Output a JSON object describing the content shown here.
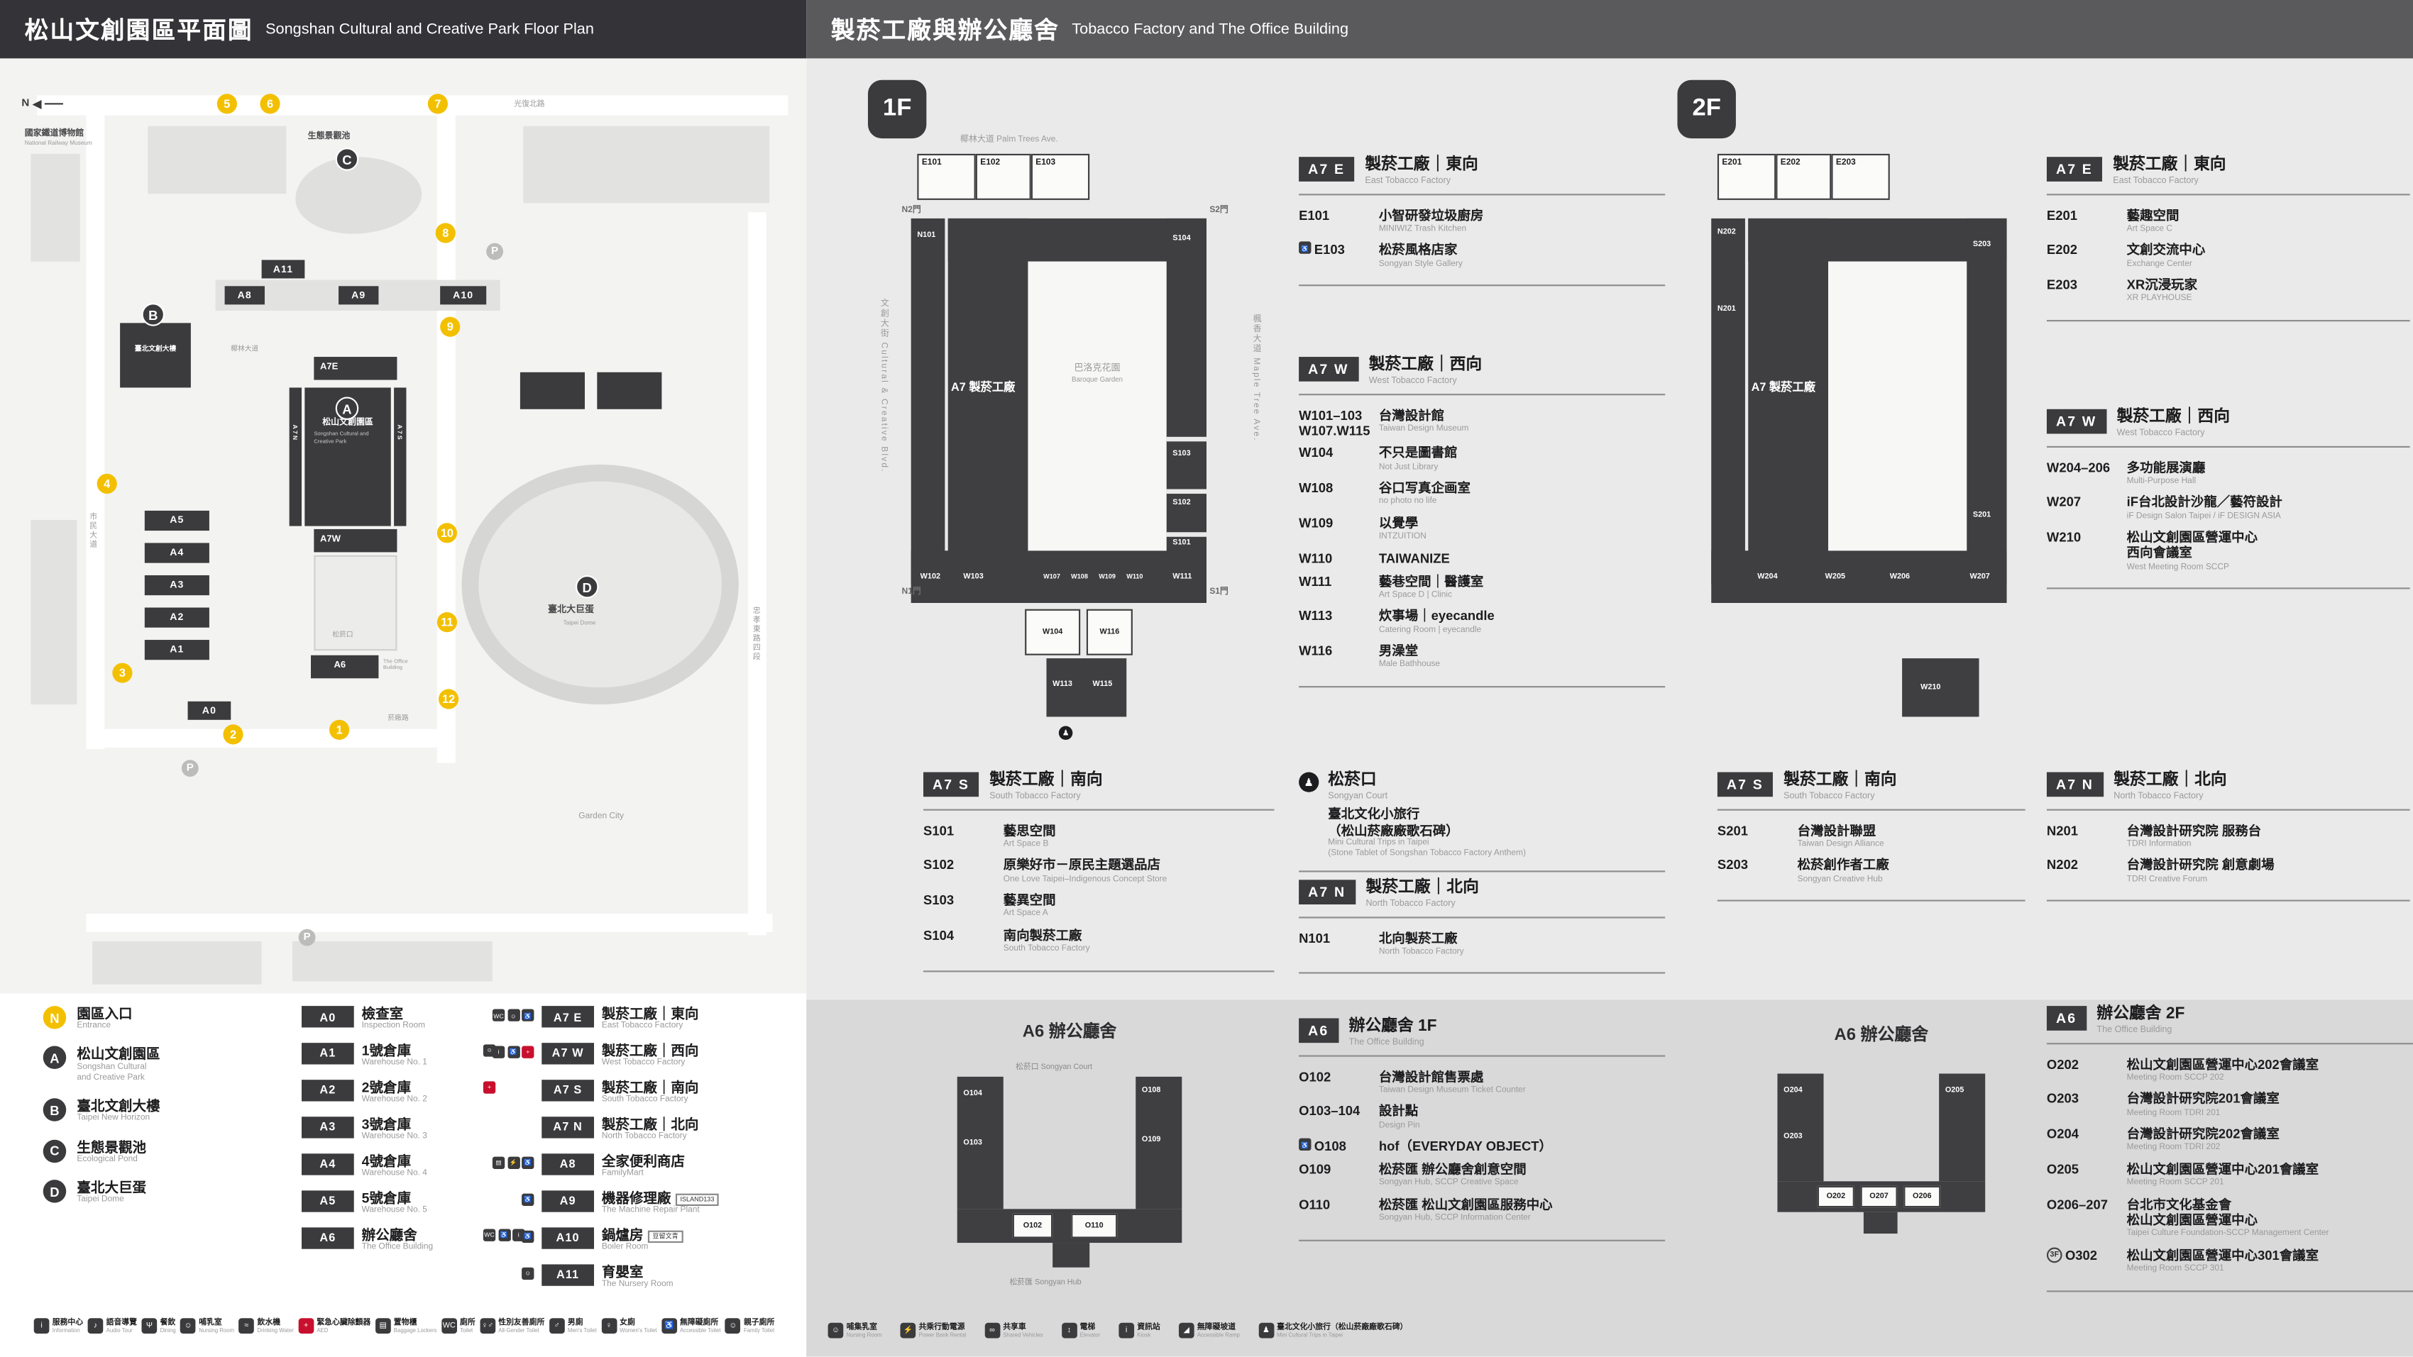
{
  "colors": {
    "header_left_bg": "#343438",
    "header_right_bg": "#5a5a5d",
    "dark": "#3b3b3d",
    "entrance_yellow": "#f3c000",
    "aed_red": "#c8102e",
    "panel_bg": "#eaeaea",
    "band_bg": "#d9d9da"
  },
  "left": {
    "header": {
      "zh": "松山文創園區平面圖",
      "en": "Songshan Cultural and Creative Park Floor Plan"
    },
    "map": {
      "compass": "N",
      "entrances": [
        "1",
        "2",
        "3",
        "4",
        "5",
        "6",
        "7",
        "8",
        "9",
        "10",
        "11",
        "12"
      ],
      "markers": {
        "a": "A",
        "b": "B",
        "c": "C",
        "d": "D"
      },
      "badges": {
        "a0": "A0",
        "a1": "A1",
        "a2": "A2",
        "a3": "A3",
        "a4": "A4",
        "a5": "A5",
        "a6": "A6",
        "a8": "A8",
        "a9": "A9",
        "a10": "A10",
        "a11": "A11",
        "a7e": "A7E",
        "a7w": "A7W",
        "a7n": "A7N",
        "a7s": "A7S"
      },
      "labels": {
        "railway_museum_zh": "國家鐵道博物館",
        "railway_museum_en": "National Railway Museum",
        "pond": "生態景觀池",
        "dome_zh": "臺北大巨蛋",
        "dome_en": "Taipei Dome",
        "new_horizon": "臺北文創大樓",
        "sccp_zh": "松山文創園區",
        "sccp_en": "Songshan Cultural and Creative Park",
        "palm_ave": "椰林大道",
        "songyan_court": "松菸口",
        "office_en": "The Office Building",
        "parking": "P",
        "road_top": "光復北路",
        "road_left": "市民大道",
        "road_right": "忠孝東路四段",
        "road_bottom": "菸廠路",
        "garden_city": "Garden City"
      }
    },
    "legend": {
      "markers": [
        {
          "key": "N",
          "cls": "yellow",
          "zh": "園區入口",
          "en": "Entrance"
        },
        {
          "key": "A",
          "zh": "松山文創園區",
          "en": "Songshan Cultural",
          "en2": "and Creative Park"
        },
        {
          "key": "B",
          "zh": "臺北文創大樓",
          "en": "Taipei New Horizon"
        },
        {
          "key": "C",
          "zh": "生態景觀池",
          "en": "Ecological Pond"
        },
        {
          "key": "D",
          "zh": "臺北大巨蛋",
          "en": "Taipei Dome"
        }
      ],
      "buildings_a": [
        {
          "code": "A0",
          "zh": "檢查室",
          "en": "Inspection Room"
        },
        {
          "code": "A1",
          "zh": "1號倉庫",
          "en": "Warehouse No. 1",
          "i1": "☺"
        },
        {
          "code": "A2",
          "zh": "2號倉庫",
          "en": "Warehouse No. 2",
          "i1": "+",
          "c1": "red"
        },
        {
          "code": "A3",
          "zh": "3號倉庫",
          "en": "Warehouse No. 3"
        },
        {
          "code": "A4",
          "zh": "4號倉庫",
          "en": "Warehouse No. 4"
        },
        {
          "code": "A5",
          "zh": "5號倉庫",
          "en": "Warehouse No. 5"
        },
        {
          "code": "A6",
          "zh": "辦公廳舍",
          "en": "The Office Building",
          "i1": "WC",
          "i2": "♿",
          "i3": "i"
        }
      ],
      "buildings_b": [
        {
          "code": "A7 E",
          "zh": "製菸工廠｜東向",
          "en": "East Tobacco Factory",
          "i1": "WC",
          "i2": "☺",
          "i3": "♿"
        },
        {
          "code": "A7 W",
          "zh": "製菸工廠｜西向",
          "en": "West Tobacco Factory",
          "i1": "i",
          "i2": "♿",
          "i3": "+",
          "c3": "red"
        },
        {
          "code": "A7 S",
          "zh": "製菸工廠｜南向",
          "en": "South Tobacco Factory"
        },
        {
          "code": "A7 N",
          "zh": "製菸工廠｜北向",
          "en": "North Tobacco Factory"
        },
        {
          "code": "A8",
          "zh": "全家便利商店",
          "en": "FamilyMart",
          "i1": "▤",
          "i2": "⚡",
          "i3": "♿"
        },
        {
          "code": "A9",
          "zh": "機器修理廠",
          "en": "The Machine Repair Plant",
          "tag": "ISLAND133",
          "i1": "♿"
        },
        {
          "code": "A10",
          "zh": "鍋爐房",
          "en": "Boiler Room",
          "tag": "豆留文青",
          "i1": "♿"
        },
        {
          "code": "A11",
          "zh": "育嬰室",
          "en": "The Nursery Room",
          "i1": "☺"
        }
      ]
    },
    "facilities": [
      {
        "g": "i",
        "zh": "服務中心",
        "en": "Information"
      },
      {
        "g": "♪",
        "zh": "語音導覽",
        "en": "Audio Tour"
      },
      {
        "g": "Ψ",
        "zh": "餐飲",
        "en": "Dining"
      },
      {
        "g": "☺",
        "zh": "哺乳室",
        "en": "Nursing Room"
      },
      {
        "g": "≈",
        "zh": "飲水機",
        "en": "Drinking Water"
      },
      {
        "g": "+",
        "cls": "red",
        "zh": "緊急心臟除顫器",
        "en": "AED"
      },
      {
        "g": "▤",
        "zh": "置物櫃",
        "en": "Baggage Lockers"
      },
      {
        "g": "WC",
        "zh": "廁所",
        "en": "Toilet"
      },
      {
        "g": "♀♂",
        "zh": "性別友善廁所",
        "en": "All-Gender Toilet"
      },
      {
        "g": "♂",
        "zh": "男廁",
        "en": "Men's Toilet"
      },
      {
        "g": "♀",
        "zh": "女廁",
        "en": "Women's Toilet"
      },
      {
        "g": "♿",
        "zh": "無障礙廁所",
        "en": "Accessible Toilet"
      },
      {
        "g": "☺",
        "zh": "親子廁所",
        "en": "Family Toilet"
      }
    ]
  },
  "right": {
    "header": {
      "zh": "製菸工廠與辦公廳舍",
      "en": "Tobacco Factory and The Office Building"
    },
    "f1": {
      "badge": "1F",
      "a7e": {
        "badge": "A7 E",
        "zh": "製菸工廠｜東向",
        "en": "East Tobacco Factory",
        "rows": [
          {
            "code": "E101",
            "zh": "小智研發垃圾廚房",
            "en": "MINIWIZ Trash Kitchen"
          },
          {
            "icon": "♿",
            "code": "E103",
            "zh": "松菸風格店家",
            "en": "Songyan Style Gallery"
          }
        ]
      },
      "a7w": {
        "badge": "A7 W",
        "zh": "製菸工廠｜西向",
        "en": "West Tobacco Factory",
        "rows": [
          {
            "code": "W101–103",
            "code2": "W107.W115",
            "zh": "台灣設計館",
            "en": "Taiwan Design Museum"
          },
          {
            "code": "W104",
            "zh": "不只是圖書館",
            "en": "Not Just Library"
          },
          {
            "code": "W108",
            "zh": "谷口写真企画室",
            "en": "no photo no life"
          },
          {
            "code": "W109",
            "zh": "以覺學",
            "en": "INTZUITION"
          },
          {
            "code": "W110",
            "zh": "TAIWANIZE",
            "en": ""
          },
          {
            "code": "W111",
            "zh": "藝巷空間｜醫護室",
            "en": "Art Space D | Clinic"
          },
          {
            "code": "W113",
            "zh": "炊事場｜eyecandle",
            "en": "Catering Room | eyecandle"
          },
          {
            "code": "W116",
            "zh": "男澡堂",
            "en": "Male Bathhouse"
          }
        ]
      },
      "a7s": {
        "badge": "A7 S",
        "zh": "製菸工廠｜南向",
        "en": "South Tobacco Factory",
        "rows": [
          {
            "code": "S101",
            "zh": "藝思空間",
            "en": "Art Space B"
          },
          {
            "code": "S102",
            "zh": "原樂好市－原民主題選品店",
            "en": "One Love Taipei–Indigenous Concept Store"
          },
          {
            "code": "S103",
            "zh": "藝異空間",
            "en": "Art Space A"
          },
          {
            "code": "S104",
            "zh": "南向製菸工廠",
            "en": "South Tobacco Factory"
          }
        ]
      },
      "court": {
        "icon": "♟",
        "zh": "松菸口",
        "en": "Songyan Court",
        "l1": "臺北文化小旅行",
        "l2": "（松山菸廠廠歌石碑）",
        "e1": "Mini Cultural Trips in Taipei",
        "e2": "(Stone Tablet of Songshan Tobacco Factory Anthem)"
      },
      "a7n": {
        "badge": "A7 N",
        "zh": "製菸工廠｜北向",
        "en": "North Tobacco Factory",
        "rows": [
          {
            "code": "N101",
            "zh": "北向製菸工廠",
            "en": "North Tobacco Factory"
          }
        ]
      }
    },
    "f2": {
      "badge": "2F",
      "a7e": {
        "badge": "A7 E",
        "zh": "製菸工廠｜東向",
        "en": "East Tobacco Factory",
        "rows": [
          {
            "code": "E201",
            "zh": "藝趣空間",
            "en": "Art Space C"
          },
          {
            "code": "E202",
            "zh": "文創交流中心",
            "en": "Exchange Center"
          },
          {
            "code": "E203",
            "zh": "XR沉浸玩家",
            "en": "XR PLAYHOUSE"
          }
        ]
      },
      "a7w": {
        "badge": "A7 W",
        "zh": "製菸工廠｜西向",
        "en": "West Tobacco Factory",
        "rows": [
          {
            "code": "W204–206",
            "zh": "多功能展演廳",
            "en": "Multi-Purpose Hall"
          },
          {
            "code": "W207",
            "zh": "iF台北設計沙龍／藝符設計",
            "en": "iF Design Salon Taipei / iF DESIGN ASIA"
          },
          {
            "code": "W210",
            "zh": "松山文創園區營運中心",
            "zh2": "西向會議室",
            "en": "West Meeting Room SCCP"
          }
        ]
      },
      "a7s": {
        "badge": "A7 S",
        "zh": "製菸工廠｜南向",
        "en": "South Tobacco Factory",
        "rows": [
          {
            "code": "S201",
            "zh": "台灣設計聯盟",
            "en": "Taiwan Design Alliance"
          },
          {
            "code": "S203",
            "zh": "松菸創作者工廠",
            "en": "Songyan Creative Hub"
          }
        ]
      },
      "a7n": {
        "badge": "A7 N",
        "zh": "製菸工廠｜北向",
        "en": "North Tobacco Factory",
        "rows": [
          {
            "code": "N201",
            "zh": "台灣設計研究院 服務台",
            "en": "TDRI Information"
          },
          {
            "code": "N202",
            "zh": "台灣設計研究院 創意劇場",
            "en": "TDRI Creative Forum"
          }
        ]
      }
    },
    "a6f1": {
      "badge": "A6",
      "zh": "辦公廳舍 1F",
      "en": "The Office Building",
      "rows": [
        {
          "code": "O102",
          "zh": "台灣設計館售票處",
          "en": "Taiwan Design Museum Ticket Counter"
        },
        {
          "code": "O103–104",
          "zh": "設計點",
          "en": "Design Pin"
        },
        {
          "icon": "♿",
          "code": "O108",
          "zh": "hof（EVERYDAY OBJECT）",
          "en": ""
        },
        {
          "code": "O109",
          "zh": "松菸匯 辦公廳舍創意空間",
          "en": "Songyan Hub, SCCP Creative Space"
        },
        {
          "code": "O110",
          "zh": "松菸匯 松山文創園區服務中心",
          "en": "Songyan Hub, SCCP Information Center"
        }
      ]
    },
    "a6f2": {
      "badge": "A6",
      "zh": "辦公廳舍 2F",
      "en": "The Office Building",
      "rows": [
        {
          "code": "O202",
          "zh": "松山文創園區營運中心202會議室",
          "en": "Meeting Room SCCP 202"
        },
        {
          "code": "O203",
          "zh": "台灣設計研究院201會議室",
          "en": "Meeting Room TDRI 201"
        },
        {
          "code": "O204",
          "zh": "台灣設計研究院202會議室",
          "en": "Meeting Room TDRI 202"
        },
        {
          "code": "O205",
          "zh": "松山文創園區營運中心201會議室",
          "en": "Meeting Room SCCP 201"
        },
        {
          "code": "O206–207",
          "zh": "台北市文化基金會",
          "zh2": "松山文創園區營運中心",
          "en": "Taipei Culture Foundation-SCCP Management Center"
        },
        {
          "pre": "3F",
          "code": "O302",
          "zh": "松山文創園區營運中心301會議室",
          "en": "Meeting Room SCCP 301"
        }
      ]
    },
    "plan1f": {
      "street_top": "椰林大道 Palm Trees Ave.",
      "street_left": "文創大街 Cultural & Creative Blvd.",
      "street_right": "楓香大道 Maple Tree Ave.",
      "building": "A7 製菸工廠",
      "courtyard_zh": "巴洛克花園",
      "courtyard_en": "Baroque Garden",
      "walk_icon": "♟",
      "top_rooms": [
        "E101",
        "E102",
        "E103"
      ],
      "labels": [
        "N101",
        "S104",
        "S103",
        "S102",
        "S101",
        "W102",
        "W103",
        "W107",
        "W108",
        "W109",
        "W110",
        "W111",
        "W113",
        "W115"
      ],
      "boxes": [
        "W104",
        "W116"
      ],
      "doors": [
        "N2門",
        "S2門",
        "N1門",
        "S1門"
      ]
    },
    "plan2f": {
      "building": "A7 製菸工廠",
      "top_rooms": [
        "E201",
        "E202",
        "E203"
      ],
      "labels": [
        "N202",
        "N201",
        "S203",
        "S201",
        "W204",
        "W205",
        "W206",
        "W207",
        "W210"
      ]
    },
    "plana61": {
      "title": "A6 辦公廳舍",
      "court": "松菸口 Songyan Court",
      "hub": "松菸匯 Songyan Hub",
      "labels": [
        "O104",
        "O103",
        "O108",
        "O109"
      ],
      "boxes": [
        "O102",
        "O110"
      ]
    },
    "plana62": {
      "title": "A6 辦公廳舍",
      "labels": [
        "O204",
        "O203",
        "O205"
      ],
      "boxes": [
        "O202",
        "O207",
        "O206"
      ]
    },
    "facilities": [
      {
        "g": "☺",
        "zh": "哺集乳室",
        "en": "Nursing Room"
      },
      {
        "g": "⚡",
        "zh": "共乘行動電源",
        "en": "Power Bank Rental"
      },
      {
        "g": "∞",
        "zh": "共享車",
        "en": "Shared Vehicles"
      },
      {
        "g": "↕",
        "zh": "電梯",
        "en": "Elevator"
      },
      {
        "g": "i",
        "zh": "資訊站",
        "en": "Kiosk"
      },
      {
        "g": "◢",
        "zh": "無障礙坡道",
        "en": "Accessible Ramp"
      },
      {
        "g": "♟",
        "zh": "臺北文化小旅行（松山菸廠廠歌石碑）",
        "en": "Mini Cultural Trips in Taipei"
      }
    ]
  }
}
